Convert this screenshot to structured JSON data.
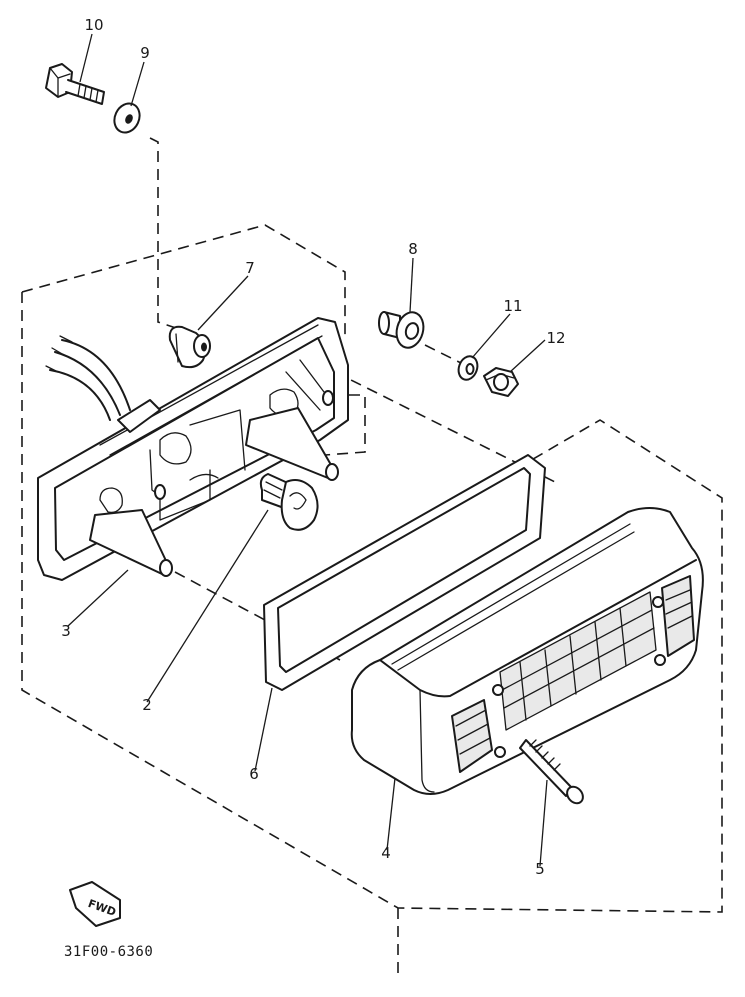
{
  "callouts": {
    "c1": "10",
    "c2": "9",
    "c3": "7",
    "c4": "8",
    "c5": "11",
    "c6": "12",
    "c7": "3",
    "c8": "2",
    "c9": "6",
    "c10": "4",
    "c11": "5"
  },
  "forward_mark": "FWD",
  "reference_code": "31F00-6360"
}
